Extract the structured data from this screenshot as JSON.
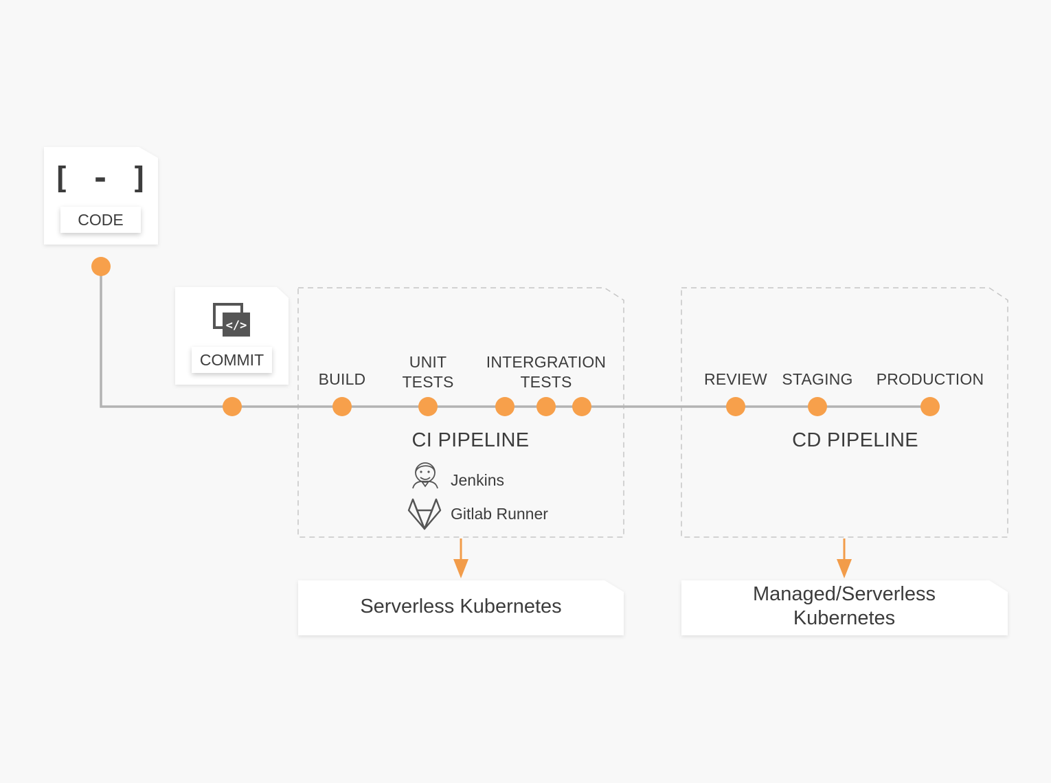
{
  "code_card": {
    "glyph": "[ - ]",
    "label": "CODE"
  },
  "commit_card": {
    "label": "COMMIT",
    "icon": "code-window-icon"
  },
  "ci_pipeline": {
    "title": "CI PIPELINE",
    "stages": {
      "build": "BUILD",
      "unit_tests": "UNIT\nTESTS",
      "integration_tests": "INTERGRATION\nTESTS"
    },
    "tools": [
      {
        "name": "Jenkins",
        "icon": "jenkins-icon"
      },
      {
        "name": "Gitlab Runner",
        "icon": "gitlab-icon"
      }
    ],
    "target": "Serverless Kubernetes"
  },
  "cd_pipeline": {
    "title": "CD PIPELINE",
    "stages": {
      "review": "REVIEW",
      "staging": "STAGING",
      "production": "PRODUCTION"
    },
    "target": "Managed/Serverless\nKubernetes"
  },
  "colors": {
    "node": "#f7a04b",
    "arrow": "#f29c4a",
    "line": "#b3b3b3",
    "dashed_border": "#c6c6c6",
    "text": "#3c3c3c",
    "icon": "#555555"
  }
}
